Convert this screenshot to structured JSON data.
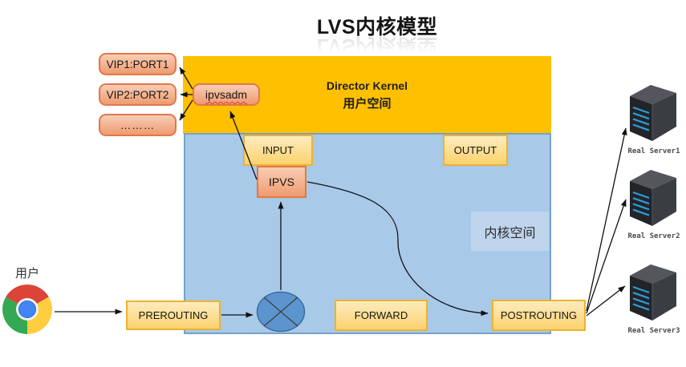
{
  "title": "LVS内核模型",
  "colors": {
    "user_space": "#FFC000",
    "kernel_space": "#A9C9E9",
    "kernel_inner": "#BFD5EE",
    "gold_fill": "#FBD26E",
    "gold_border": "#E9B331",
    "salmon_fill": "#EE9B70",
    "salmon_border": "#E4764A",
    "node_circle": "#5C95CD"
  },
  "user_space": {
    "title": "Director Kernel",
    "subtitle": "用户空间"
  },
  "kernel_space": {
    "label": "内核空间"
  },
  "vip_boxes": [
    {
      "label": "VIP1:PORT1"
    },
    {
      "label": "VIP2:PORT2"
    },
    {
      "label": "………"
    }
  ],
  "ipvsadm": {
    "label": "ipvsadm"
  },
  "ipvs": {
    "label": "IPVS"
  },
  "chains": {
    "input": "INPUT",
    "output": "OUTPUT",
    "prerouting": "PREROUTING",
    "forward": "FORWARD",
    "postrouting": "POSTROUTING"
  },
  "client": {
    "label": "用户"
  },
  "servers": [
    {
      "label": "Real Server1"
    },
    {
      "label": "Real Server2"
    },
    {
      "label": "Real Server3"
    }
  ]
}
